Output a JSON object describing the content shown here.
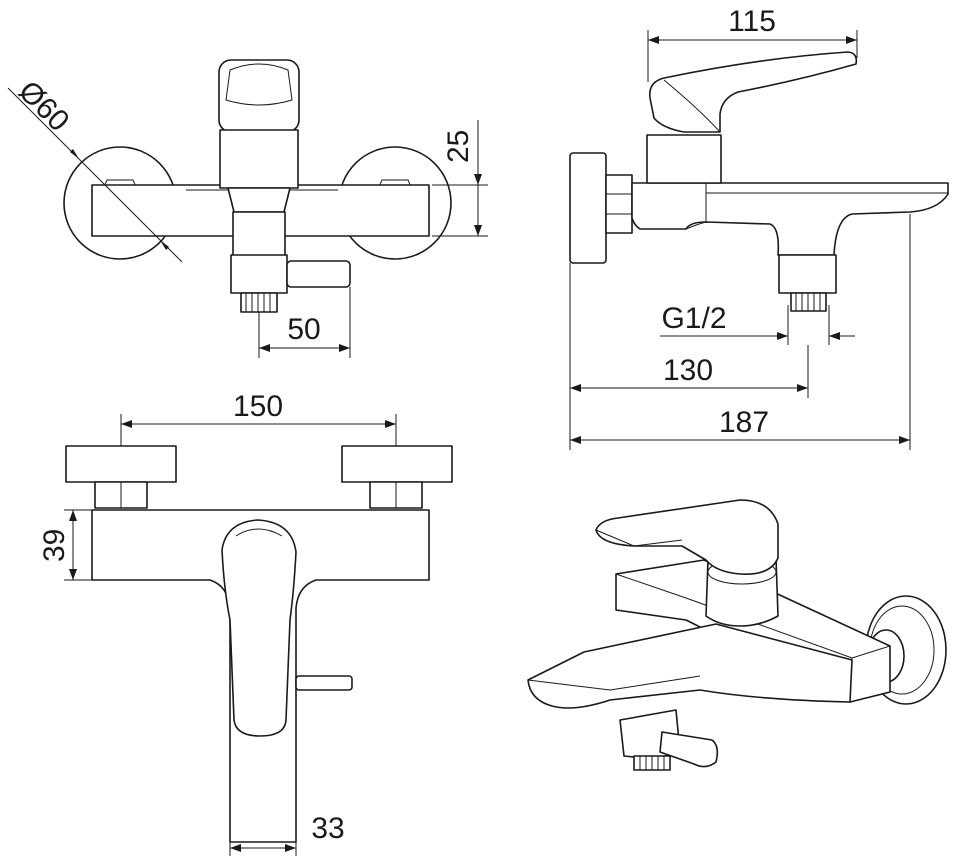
{
  "dimensions": {
    "diameter": "Ø60",
    "flange_height": "25",
    "outlet_offset": "50",
    "spout_length": "115",
    "thread": "G1/2",
    "wall_to_outlet": "130",
    "total_depth": "187",
    "centers": "150",
    "body_height": "39",
    "handle_width": "33"
  }
}
